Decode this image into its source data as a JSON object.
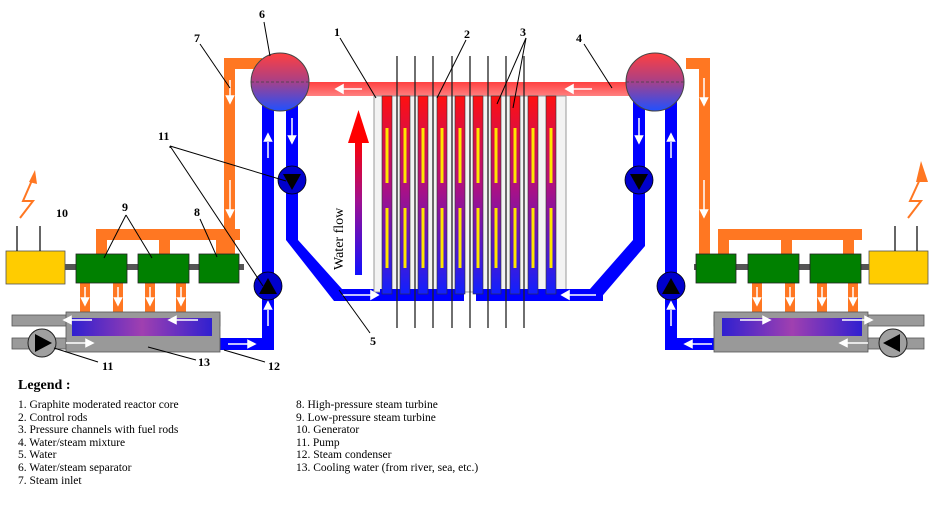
{
  "callouts": [
    "1",
    "2",
    "3",
    "4",
    "5",
    "6",
    "7",
    "8",
    "9",
    "10",
    "11",
    "12",
    "13"
  ],
  "flow_label": "Water flow",
  "legend": {
    "title": "Legend :",
    "left": [
      "1. Graphite moderated reactor core",
      "2. Control rods",
      "3. Pressure channels with fuel rods",
      "4. Water/steam mixture",
      "5. Water",
      "6. Water/steam separator",
      "7. Steam inlet"
    ],
    "right": [
      "8. High-pressure steam turbine",
      "9. Low-pressure steam turbine",
      "10. Generator",
      "11. Pump",
      "12. Steam condenser",
      "13. Cooling water (from river, sea, etc.)"
    ]
  },
  "colors": {
    "steam_mixture": "#FF5555",
    "water": "#0000FF",
    "steam_inlet": "#FF7722",
    "turbine": "#008000",
    "generator": "#FFCC00",
    "fuel": "#FFE600",
    "pump": "#0000CC",
    "condenser_shell": "#888888"
  }
}
